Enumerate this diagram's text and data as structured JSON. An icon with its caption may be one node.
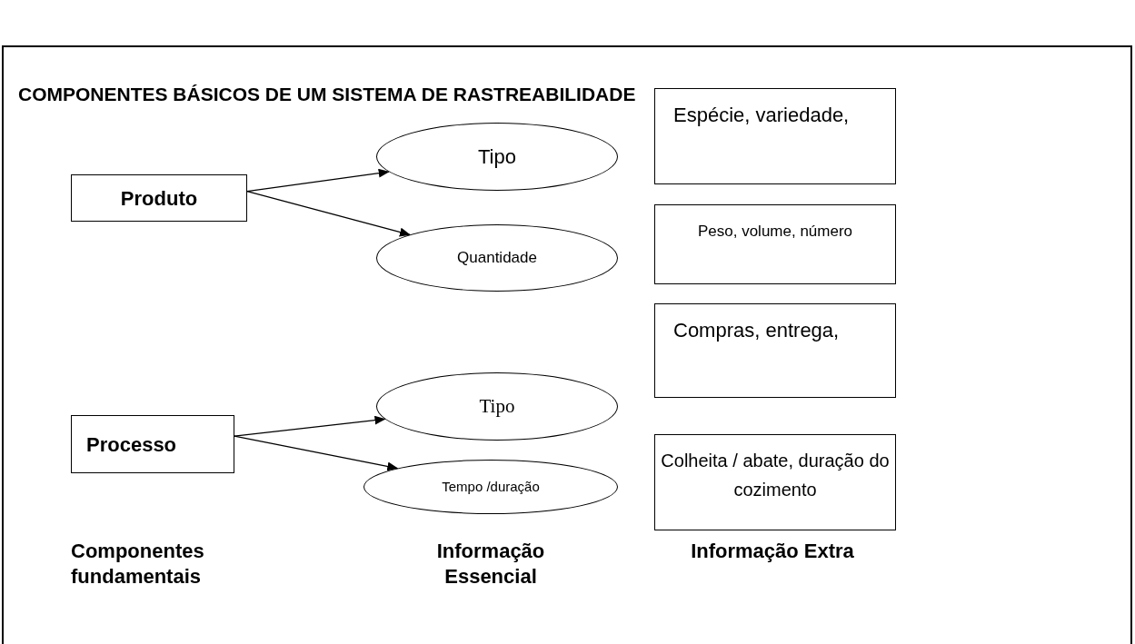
{
  "diagram": {
    "title": "COMPONENTES BÁSICOS DE UM SISTEMA DE RASTREABILIDADE",
    "nodes": [
      {
        "text": [
          "Produto"
        ]
      },
      {
        "text": [
          "Tipo"
        ]
      },
      {
        "text": [
          "Quantidade"
        ]
      },
      {
        "text": [
          "Processo"
        ]
      },
      {
        "text": [
          "Tipo"
        ]
      },
      {
        "text": [
          "Tempo /duração"
        ]
      },
      {
        "text": [
          "Espécie, variedade,"
        ]
      },
      {
        "text": [
          "Peso, volume, número"
        ]
      },
      {
        "text": [
          "Compras, entrega,"
        ]
      },
      {
        "text": [
          "Colheita / abate, duração do cozimento"
        ]
      }
    ],
    "edges": [
      {
        "from": 0,
        "to": 1,
        "arrow": "to"
      },
      {
        "from": 0,
        "to": 2,
        "arrow": "to"
      },
      {
        "from": 3,
        "to": 4,
        "arrow": "to"
      },
      {
        "from": 3,
        "to": 5,
        "arrow": "to"
      }
    ],
    "labels": [
      "Componentes fundamentais",
      "Informação Essencial",
      "Informação Extra"
    ]
  }
}
